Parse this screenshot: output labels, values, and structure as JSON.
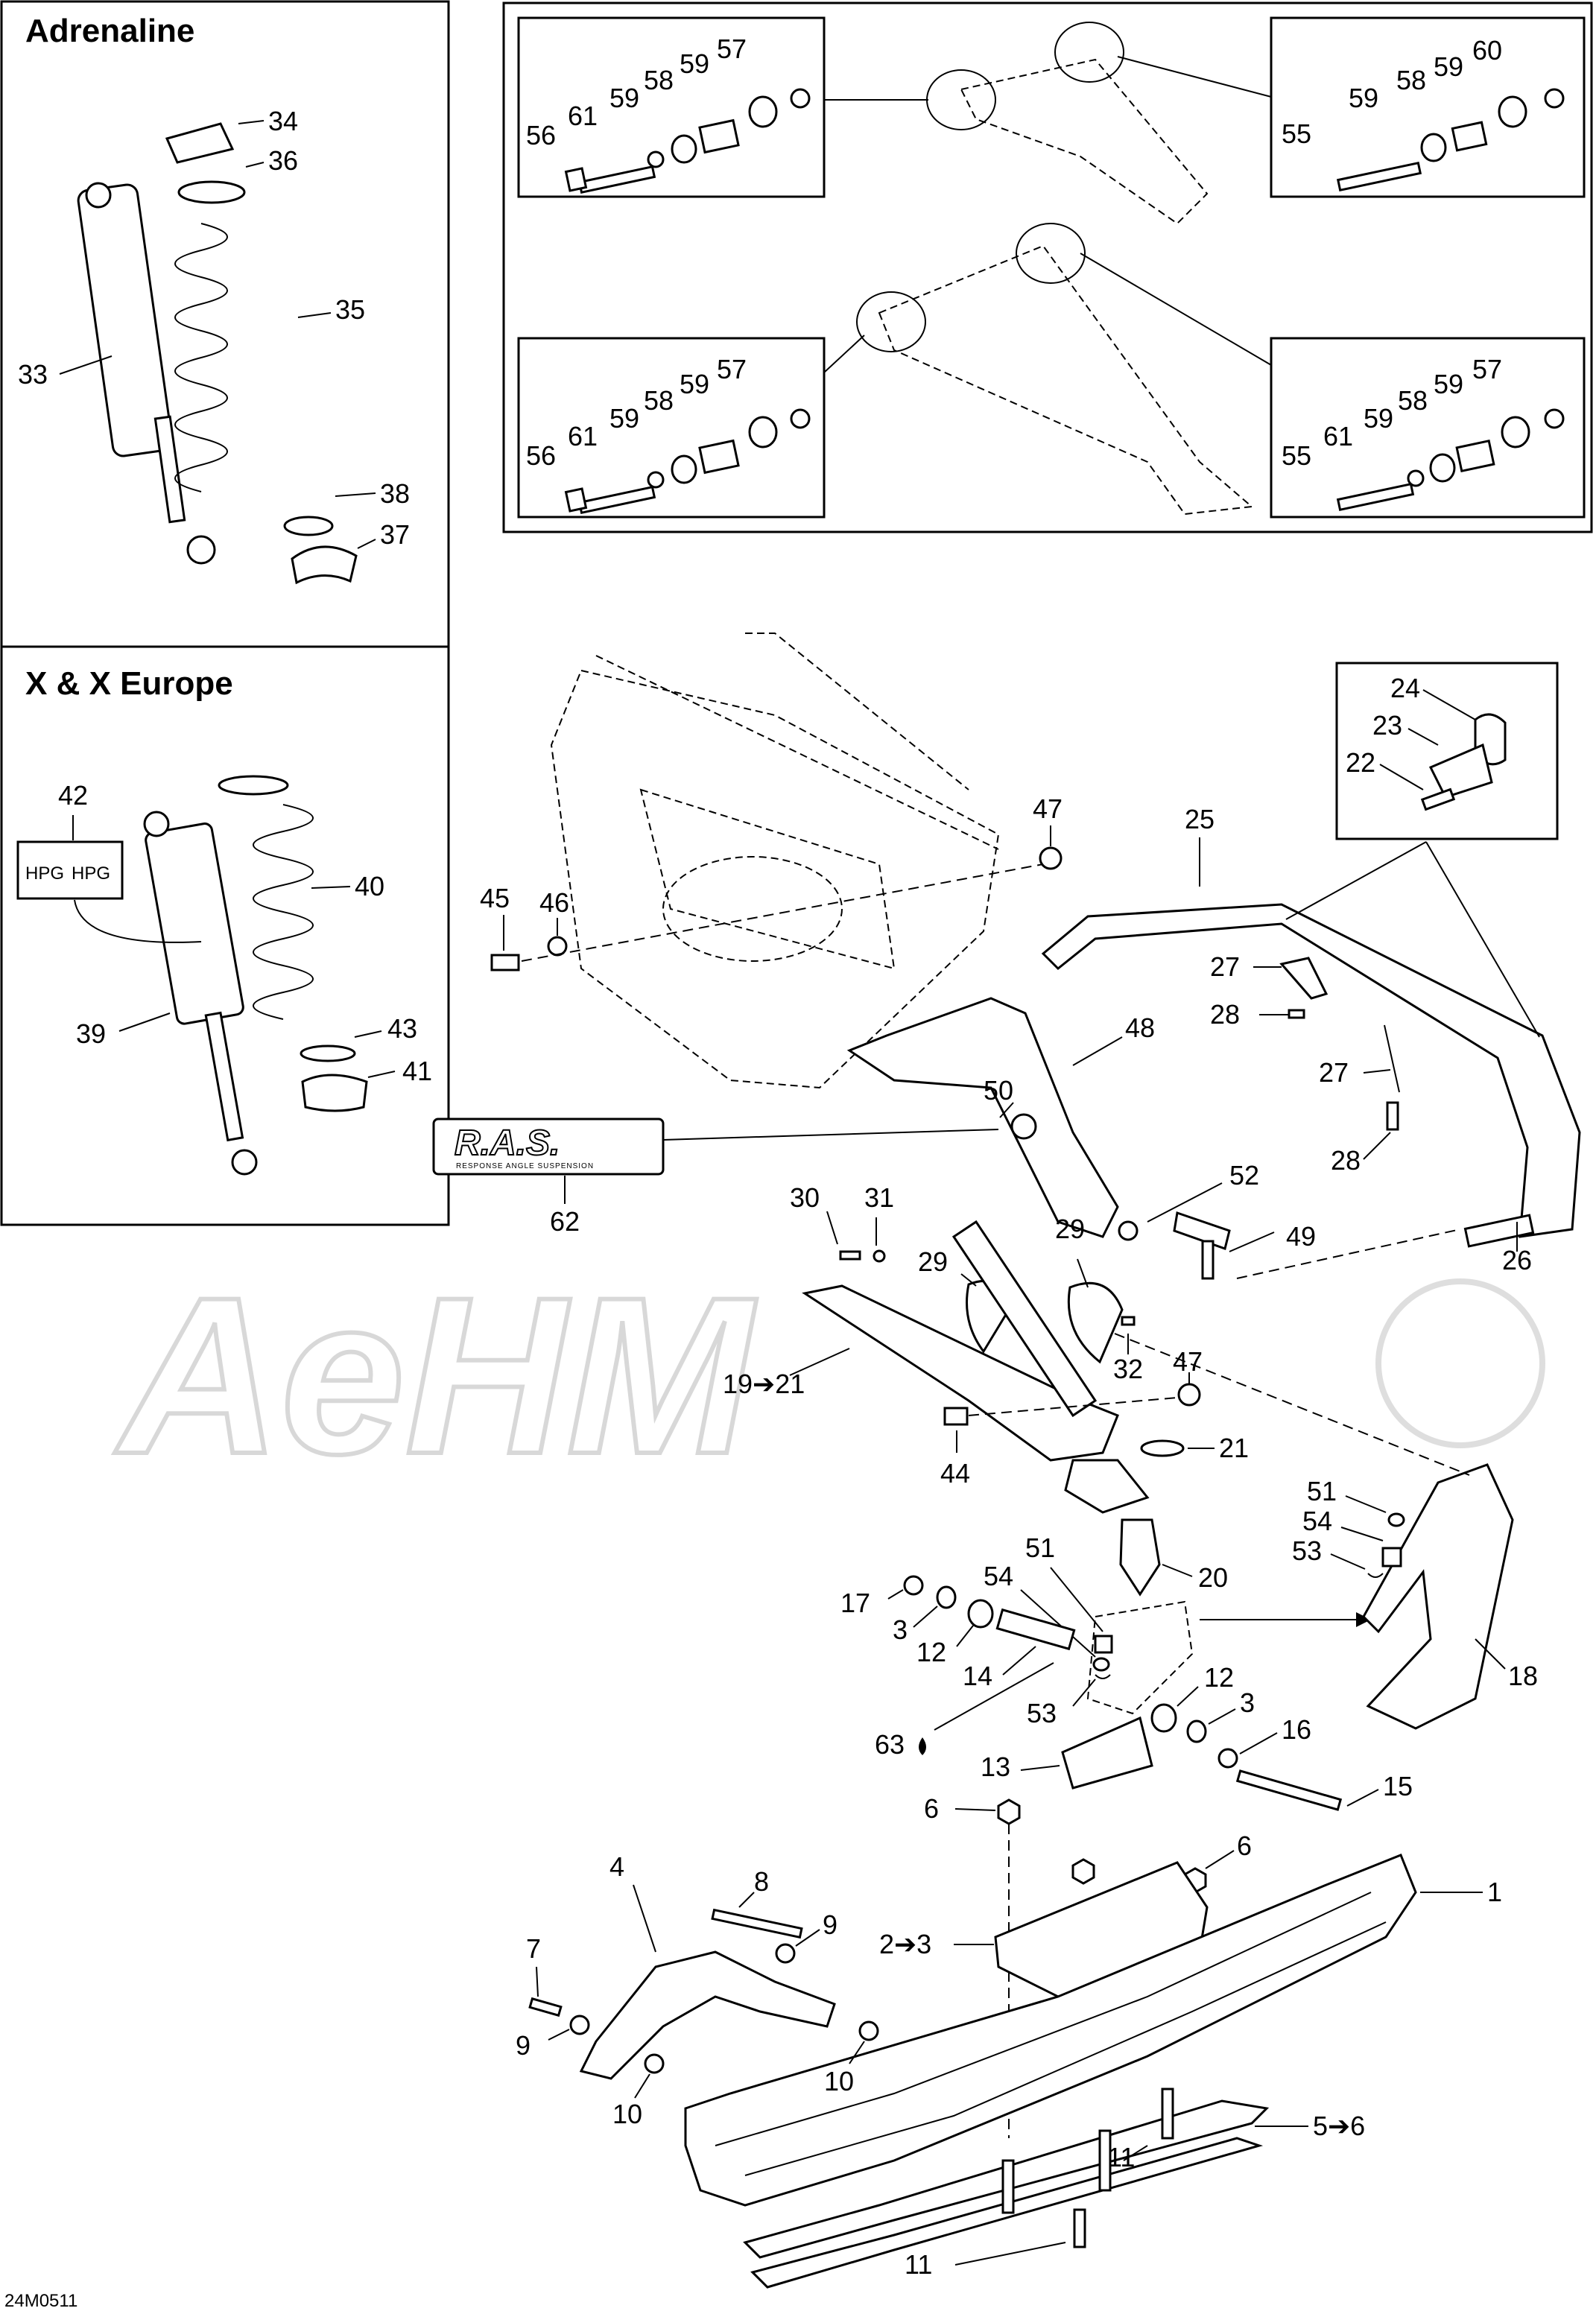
{
  "panels": {
    "adrenaline": {
      "title": "Adrenaline"
    },
    "x_europe": {
      "title": "X & X Europe"
    }
  },
  "callouts": {
    "c33": "33",
    "c34": "34",
    "c35": "35",
    "c36": "36",
    "c37": "37",
    "c38": "38",
    "c39": "39",
    "c40": "40",
    "c41": "41",
    "c42": "42",
    "c43": "43",
    "b1_56": "56",
    "b1_61": "61",
    "b1_59a": "59",
    "b1_58": "58",
    "b1_59b": "59",
    "b1_57": "57",
    "b2_55": "55",
    "b2_59a": "59",
    "b2_58": "58",
    "b2_59b": "59",
    "b2_60": "60",
    "b3_56": "56",
    "b3_61": "61",
    "b3_59a": "59",
    "b3_58": "58",
    "b3_59b": "59",
    "b3_57": "57",
    "b4_55": "55",
    "b4_61": "61",
    "b4_59a": "59",
    "b4_58": "58",
    "b4_59b": "59",
    "b4_57": "57",
    "c24": "24",
    "c23": "23",
    "c22": "22",
    "c25": "25",
    "c47a": "47",
    "c45": "45",
    "c46": "46",
    "c27a": "27",
    "c28a": "28",
    "c27b": "27",
    "c28b": "28",
    "c48": "48",
    "c50": "50",
    "c52": "52",
    "c62": "62",
    "c30": "30",
    "c31": "31",
    "c29a": "29",
    "c29b": "29",
    "c49": "49",
    "c26": "26",
    "c32": "32",
    "c47b": "47",
    "c19": "19➔21",
    "c44": "44",
    "c21": "21",
    "c51a": "51",
    "c54a": "54",
    "c53a": "53",
    "c20": "20",
    "c51b": "51",
    "c54b": "54",
    "c17": "17",
    "c3a": "3",
    "c12a": "12",
    "c14": "14",
    "c18": "18",
    "c53b": "53",
    "c12b": "12",
    "c3b": "3",
    "c16": "16",
    "c63": "63",
    "c13": "13",
    "c15": "15",
    "c6a": "6",
    "c6b": "6",
    "c4": "4",
    "c8": "8",
    "c9a": "9",
    "c7": "7",
    "c23b": "2➔3",
    "c1": "1",
    "c9b": "9",
    "c10a": "10",
    "c10b": "10",
    "c11a": "11",
    "c56": "5➔6",
    "c11b": "11"
  },
  "hpg_label": "HPG",
  "logo": {
    "brand": "R.A.S.",
    "subtitle": "RESPONSE ANGLE SUSPENSION"
  },
  "figure_code": "24M0511",
  "watermark": "AeHM"
}
